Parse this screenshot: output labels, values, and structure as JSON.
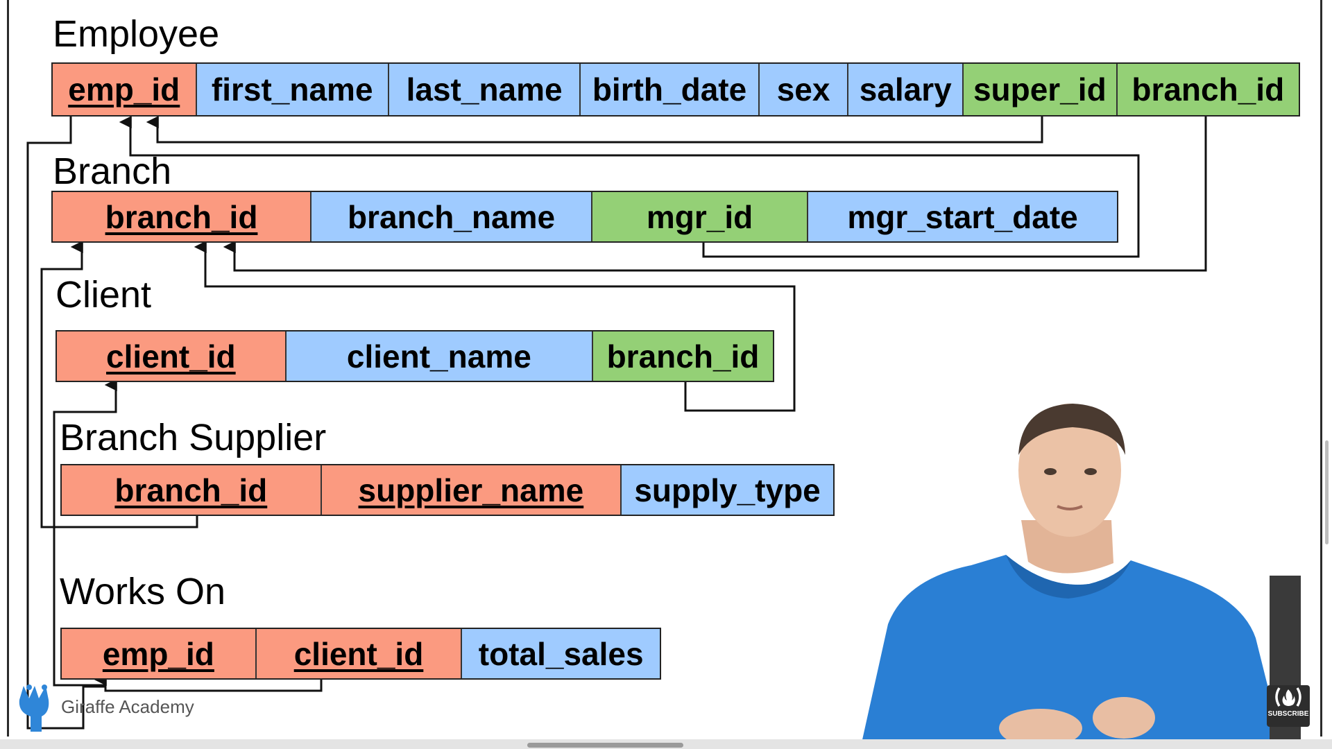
{
  "tables": {
    "employee": {
      "title": "Employee",
      "columns": [
        {
          "name": "emp_id",
          "kind": "primary-key"
        },
        {
          "name": "first_name",
          "kind": "attribute"
        },
        {
          "name": "last_name",
          "kind": "attribute"
        },
        {
          "name": "birth_date",
          "kind": "attribute"
        },
        {
          "name": "sex",
          "kind": "attribute"
        },
        {
          "name": "salary",
          "kind": "attribute"
        },
        {
          "name": "super_id",
          "kind": "foreign-key"
        },
        {
          "name": "branch_id",
          "kind": "foreign-key"
        }
      ]
    },
    "branch": {
      "title": "Branch",
      "columns": [
        {
          "name": "branch_id",
          "kind": "primary-key"
        },
        {
          "name": "branch_name",
          "kind": "attribute"
        },
        {
          "name": "mgr_id",
          "kind": "foreign-key"
        },
        {
          "name": "mgr_start_date",
          "kind": "attribute"
        }
      ]
    },
    "client": {
      "title": "Client",
      "columns": [
        {
          "name": "client_id",
          "kind": "primary-key"
        },
        {
          "name": "client_name",
          "kind": "attribute"
        },
        {
          "name": "branch_id",
          "kind": "foreign-key"
        }
      ]
    },
    "branch_supplier": {
      "title": "Branch Supplier",
      "columns": [
        {
          "name": "branch_id",
          "kind": "primary-key"
        },
        {
          "name": "supplier_name",
          "kind": "primary-key"
        },
        {
          "name": "supply_type",
          "kind": "attribute"
        }
      ]
    },
    "works_on": {
      "title": "Works On",
      "columns": [
        {
          "name": "emp_id",
          "kind": "primary-key"
        },
        {
          "name": "client_id",
          "kind": "primary-key"
        },
        {
          "name": "total_sales",
          "kind": "attribute"
        }
      ]
    }
  },
  "colors": {
    "primary_key": "#fb9a80",
    "attribute": "#9fcbff",
    "foreign_key": "#94d076",
    "line": "#111111"
  },
  "icons": {
    "logo": "giraffe-icon",
    "subscribe": "freecodecamp-icon"
  },
  "logo": {
    "text": "Giraffe Academy"
  },
  "badge": {
    "label": "SUBSCRIBE"
  }
}
